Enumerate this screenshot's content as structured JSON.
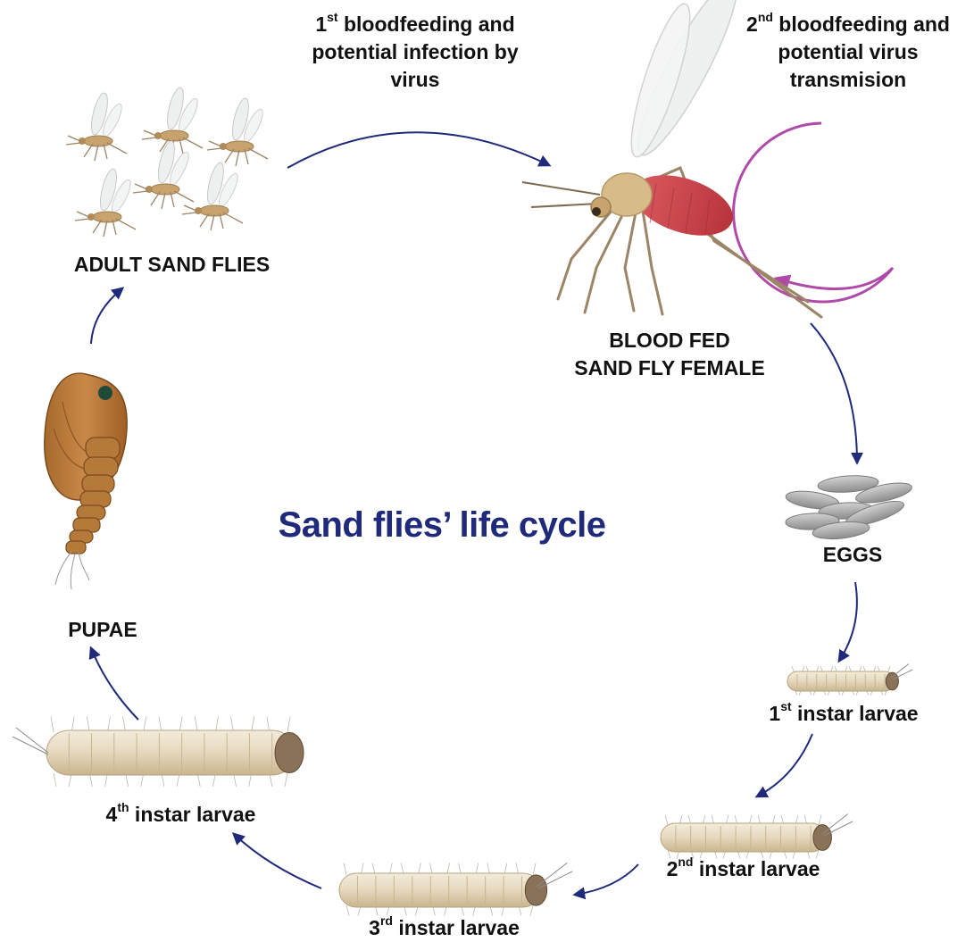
{
  "title": "Sand flies’ life cycle",
  "annotations": {
    "first_bloodfeeding": {
      "ordinal": "1",
      "sup": "st",
      "line1_rest": " bloodfeeding and",
      "line2": "potential infection by",
      "line3": "virus"
    },
    "second_bloodfeeding": {
      "ordinal": "2",
      "sup": "nd",
      "line1_rest": " bloodfeeding and",
      "line2": "potential virus",
      "line3": "transmision"
    }
  },
  "stages": {
    "adult": {
      "label": "ADULT SAND FLIES"
    },
    "blood_fed": {
      "line1": "BLOOD FED",
      "line2": "SAND FLY FEMALE"
    },
    "eggs": {
      "label": "EGGS"
    },
    "larva1": {
      "ordinal": "1",
      "sup": "st",
      "rest": " instar larvae"
    },
    "larva2": {
      "ordinal": "2",
      "sup": "nd",
      "rest": " instar larvae"
    },
    "larva3": {
      "ordinal": "3",
      "sup": "rd",
      "rest": " instar larvae"
    },
    "larva4": {
      "ordinal": "4",
      "sup": "th",
      "rest": " instar larvae"
    },
    "pupae": {
      "label": "PUPAE"
    }
  },
  "colors": {
    "title": "#1f2a7a",
    "cycle_arrow": "#1f2a7a",
    "feeding_loop": "#b04aa8",
    "insect_body": "#c9a36e",
    "blood": "#c9474e",
    "larva": "#e8dcc4",
    "egg": "#a8a8a8",
    "pupa": "#b57a3a"
  }
}
